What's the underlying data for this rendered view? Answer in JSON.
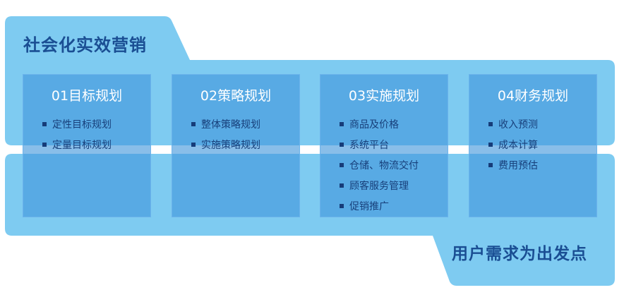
{
  "title": "社会化实效营销",
  "footer": "用户需求为出发点",
  "colors": {
    "panel": "#7ecbf1",
    "card": "#4b9fdf",
    "title_text": "#1a4e93",
    "item_text": "#173f7a"
  },
  "cards": [
    {
      "title": "01目标规划",
      "items": [
        "定性目标规划",
        "定量目标规划"
      ]
    },
    {
      "title": "02策略规划",
      "items": [
        "整体策略规划",
        "实施策略规划"
      ]
    },
    {
      "title": "03实施规划",
      "items": [
        "商品及价格",
        "系统平台",
        "仓储、物流交付",
        "顾客服务管理",
        "促销推广"
      ]
    },
    {
      "title": "04财务规划",
      "items": [
        "收入预测",
        "成本计算",
        "费用预估"
      ]
    }
  ]
}
